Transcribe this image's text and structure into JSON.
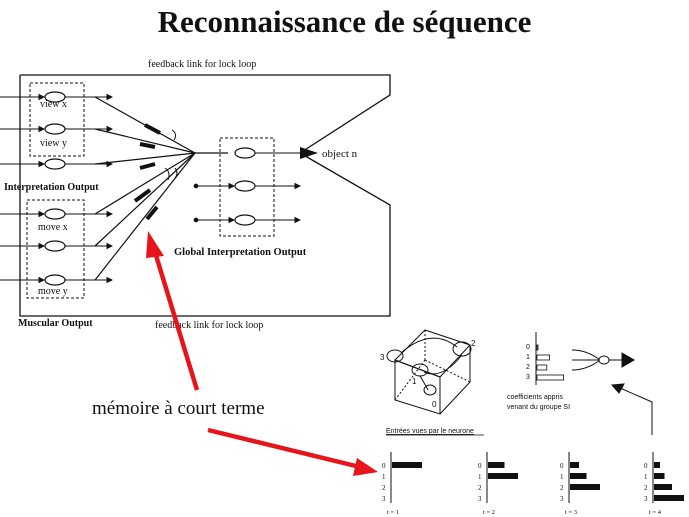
{
  "title": "Reconnaissance de séquence",
  "diagram": {
    "feedback_top": "feedback link for lock loop",
    "feedback_bottom": "feedback link for lock loop",
    "view_x": "view x",
    "view_y": "view y",
    "interpretation_output": "Interpretation Output",
    "move_x": "move x",
    "move_y": "move y",
    "muscular_output": "Muscular Output",
    "global_interpretation_output": "Global Interpretation Output",
    "object_n": "object n"
  },
  "annotation": {
    "short_term_memory": "mémoire à court terme"
  },
  "inset": {
    "cube_labels": [
      "3",
      "2",
      "1",
      "0"
    ],
    "coeff_ticks": [
      "0",
      "1",
      "2",
      "3"
    ],
    "coeff_values": [
      0.0,
      0.45,
      0.35,
      0.95
    ],
    "coeff_caption_line1": "coefficients appris",
    "coeff_caption_line2": "venant du groupe SI",
    "entries_caption": "Entrées vues par le neurone",
    "time_panels": [
      {
        "label": "t = 1",
        "values": [
          1.0,
          0.0,
          0.0,
          0.0
        ]
      },
      {
        "label": "t = 2",
        "values": [
          0.55,
          1.0,
          0.0,
          0.0
        ]
      },
      {
        "label": "t = 3",
        "values": [
          0.3,
          0.55,
          1.0,
          0.0
        ]
      },
      {
        "label": "t = 4",
        "values": [
          0.2,
          0.35,
          0.6,
          1.0
        ]
      }
    ],
    "panel_ticks": [
      "0",
      "1",
      "2",
      "3"
    ]
  },
  "colors": {
    "arrow": "#e8141b",
    "ink": "#111111"
  }
}
